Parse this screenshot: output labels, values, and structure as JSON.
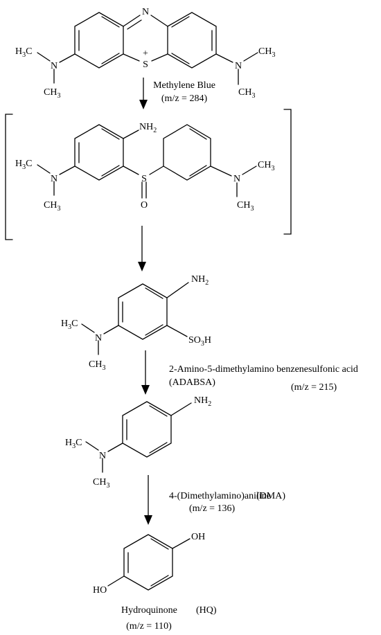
{
  "atoms": {
    "n_ring": "N",
    "s_plus": "S",
    "charge_plus": "+",
    "n": "N",
    "ch3": "CH",
    "h3c": "H",
    "h3c_tail": "C",
    "three": "3",
    "nh": "NH",
    "two": "2",
    "s": "S",
    "o": "O",
    "so": "SO",
    "h": "H",
    "oh": "OH",
    "ho": "HO"
  },
  "compounds": [
    {
      "name": "Methylene Blue",
      "mz": "(m/z = 284)"
    },
    {
      "name": "2-Amino-5-dimethylamino benzenesulfonic acid",
      "abbrev": "(ADABSA)",
      "mz": "(m/z = 215)"
    },
    {
      "name": "4-(Dimethylamino)aniline",
      "abbrev": "(DMA)",
      "mz": "(m/z = 136)"
    },
    {
      "name": "Hydroquinone",
      "abbrev": "(HQ)",
      "mz": "(m/z = 110)"
    }
  ]
}
